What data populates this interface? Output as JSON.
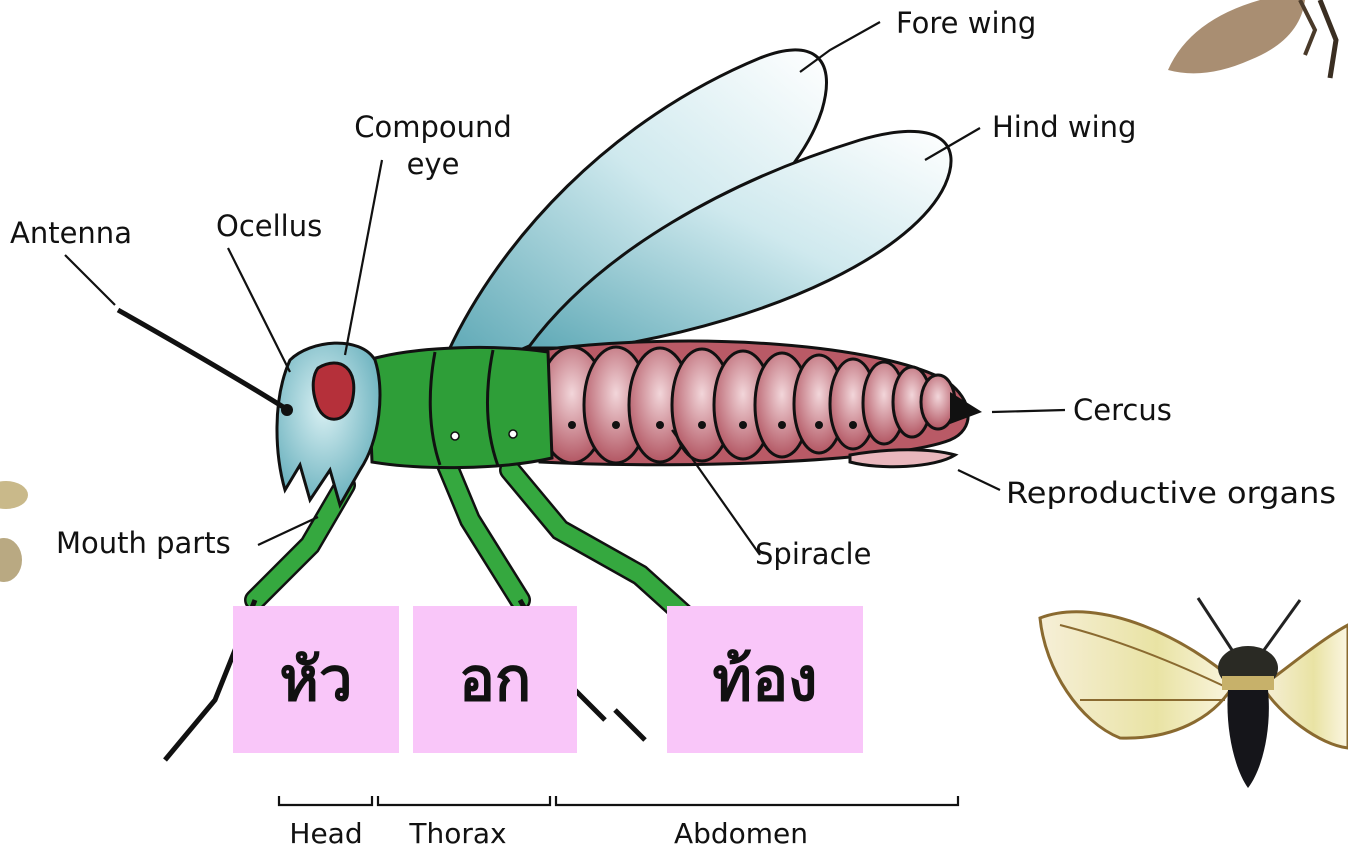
{
  "labels": {
    "fore_wing": "Fore wing",
    "hind_wing": "Hind wing",
    "compound_eye_line1": "Compound",
    "compound_eye_line2": "eye",
    "antenna": "Antenna",
    "ocellus": "Ocellus",
    "cercus": "Cercus",
    "reproductive_organs": "Reproductive organs",
    "mouth_parts": "Mouth parts",
    "spiracle": "Spiracle"
  },
  "segments": {
    "head": "Head",
    "thorax": "Thorax",
    "abdomen": "Abdomen"
  },
  "thai_labels": {
    "head": "หัว",
    "thorax": "อก",
    "abdomen": "ท้อง"
  },
  "colors": {
    "head": "#7cc4cf",
    "thorax": "#2e9e38",
    "abdomen": "#b95a66",
    "wing": "#a9d6de",
    "thai_box": "#f9c6f9"
  }
}
